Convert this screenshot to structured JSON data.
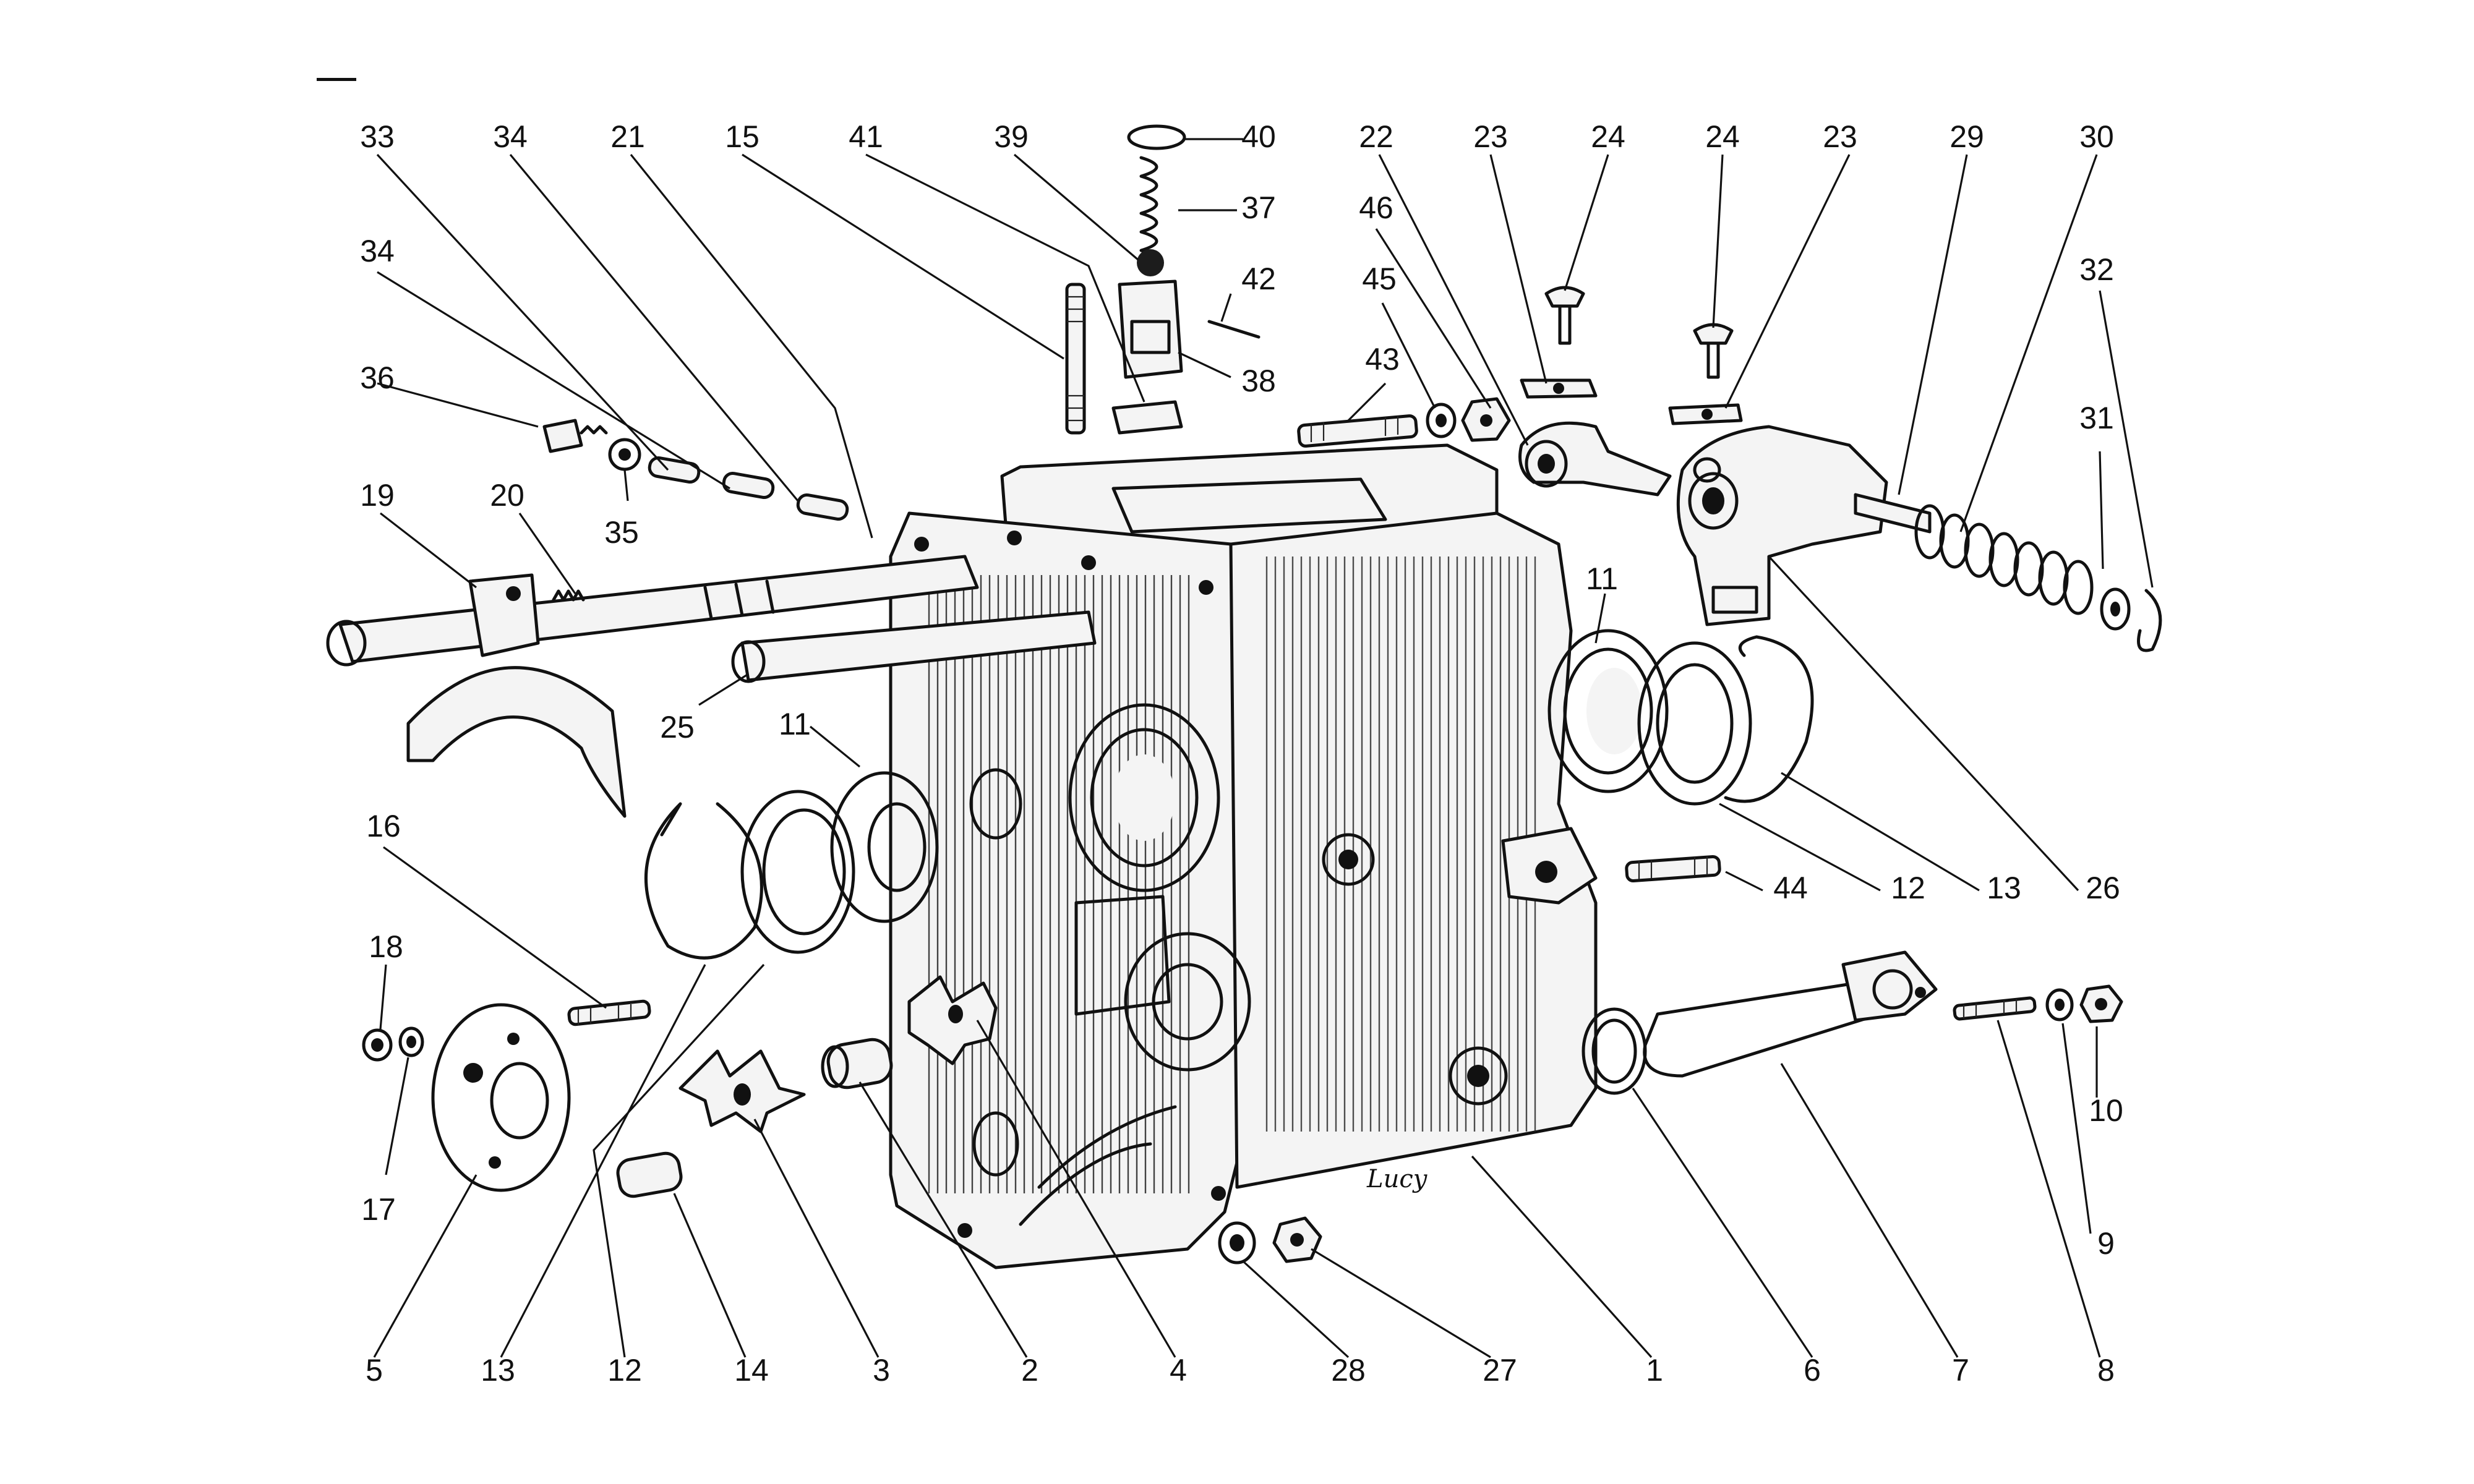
{
  "diagram": {
    "signature": "Lucy",
    "callouts": [
      {
        "id": "c33",
        "text": "33"
      },
      {
        "id": "c34a",
        "text": "34"
      },
      {
        "id": "c21",
        "text": "21"
      },
      {
        "id": "c15",
        "text": "15"
      },
      {
        "id": "c41",
        "text": "41"
      },
      {
        "id": "c39",
        "text": "39"
      },
      {
        "id": "c40",
        "text": "40"
      },
      {
        "id": "c37",
        "text": "37"
      },
      {
        "id": "c42",
        "text": "42"
      },
      {
        "id": "c38",
        "text": "38"
      },
      {
        "id": "c22",
        "text": "22"
      },
      {
        "id": "c23a",
        "text": "23"
      },
      {
        "id": "c24a",
        "text": "24"
      },
      {
        "id": "c24b",
        "text": "24"
      },
      {
        "id": "c23b",
        "text": "23"
      },
      {
        "id": "c29",
        "text": "29"
      },
      {
        "id": "c30",
        "text": "30"
      },
      {
        "id": "c46",
        "text": "46"
      },
      {
        "id": "c45",
        "text": "45"
      },
      {
        "id": "c43",
        "text": "43"
      },
      {
        "id": "c32",
        "text": "32"
      },
      {
        "id": "c31",
        "text": "31"
      },
      {
        "id": "c34b",
        "text": "34"
      },
      {
        "id": "c36",
        "text": "36"
      },
      {
        "id": "c35",
        "text": "35"
      },
      {
        "id": "c19",
        "text": "19"
      },
      {
        "id": "c20",
        "text": "20"
      },
      {
        "id": "c25",
        "text": "25"
      },
      {
        "id": "c11a",
        "text": "11"
      },
      {
        "id": "c11b",
        "text": "11"
      },
      {
        "id": "c16",
        "text": "16"
      },
      {
        "id": "c18",
        "text": "18"
      },
      {
        "id": "c17",
        "text": "17"
      },
      {
        "id": "c44",
        "text": "44"
      },
      {
        "id": "c12b",
        "text": "12"
      },
      {
        "id": "c13b",
        "text": "13"
      },
      {
        "id": "c26",
        "text": "26"
      },
      {
        "id": "c10",
        "text": "10"
      },
      {
        "id": "c9",
        "text": "9"
      },
      {
        "id": "c5",
        "text": "5"
      },
      {
        "id": "c13a",
        "text": "13"
      },
      {
        "id": "c12a",
        "text": "12"
      },
      {
        "id": "c14",
        "text": "14"
      },
      {
        "id": "c3",
        "text": "3"
      },
      {
        "id": "c2",
        "text": "2"
      },
      {
        "id": "c4",
        "text": "4"
      },
      {
        "id": "c28",
        "text": "28"
      },
      {
        "id": "c27",
        "text": "27"
      },
      {
        "id": "c1",
        "text": "1"
      },
      {
        "id": "c6",
        "text": "6"
      },
      {
        "id": "c7",
        "text": "7"
      },
      {
        "id": "c8",
        "text": "8"
      }
    ]
  }
}
